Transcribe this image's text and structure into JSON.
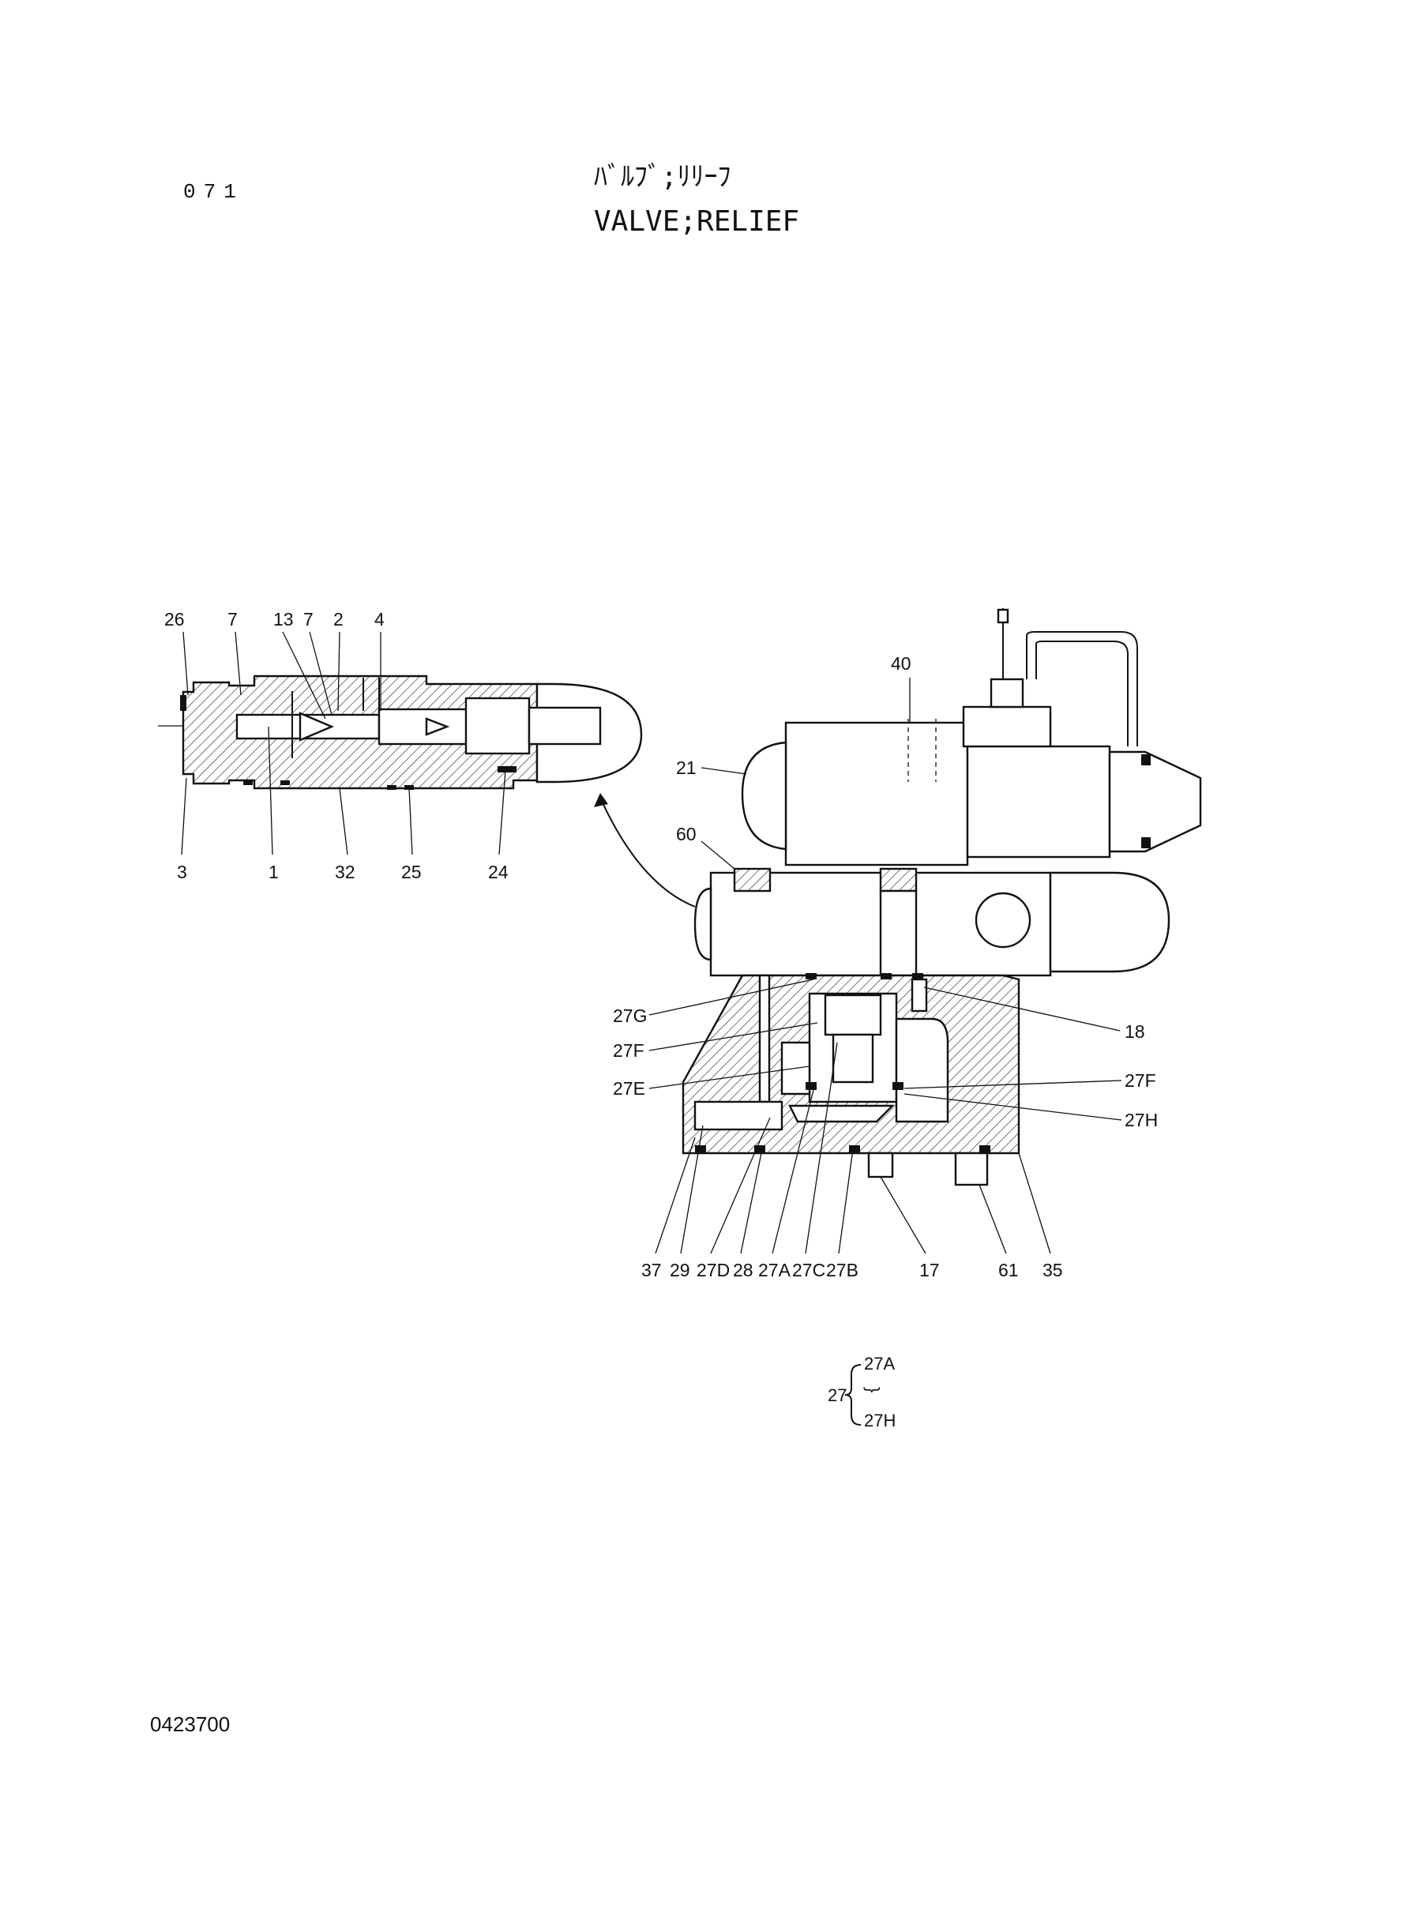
{
  "header": {
    "page_number": "071",
    "title_jp": "ﾊﾞﾙﾌﾞ;ﾘﾘｰﾌ",
    "title_en": "VALVE;RELIEF"
  },
  "footer": {
    "drawing_number": "0423700"
  },
  "left_view_callouts": {
    "top": [
      "26",
      "7",
      "13",
      "7",
      "2",
      "4"
    ],
    "bottom": [
      "3",
      "1",
      "32",
      "25",
      "24"
    ]
  },
  "right_view_callouts": {
    "upper": [
      "40",
      "21",
      "60"
    ],
    "left_side": [
      "27G",
      "27F",
      "27E"
    ],
    "right_side": [
      "18",
      "27F",
      "27H"
    ],
    "bottom": [
      "37",
      "29",
      "27D",
      "28",
      "27A",
      "27C",
      "27B",
      "17",
      "61",
      "35"
    ]
  },
  "kit_range": {
    "parent": "27",
    "from": "27A",
    "separator": "}",
    "to": "27H"
  }
}
